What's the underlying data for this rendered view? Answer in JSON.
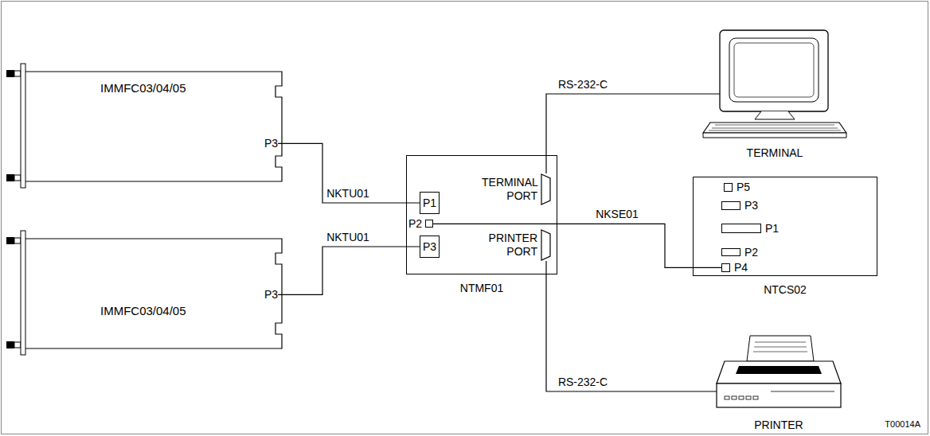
{
  "diagram": {
    "nodes": [
      {
        "text": [
          "IMMFC03/04/05"
        ]
      },
      {
        "text": [
          "P3"
        ],
        "in": 0
      },
      {
        "text": [
          "IMMFC03/04/05"
        ]
      },
      {
        "text": [
          "P3"
        ],
        "in": 2
      },
      {
        "text": [
          "NTMF01"
        ]
      },
      {
        "text": [
          "P1"
        ],
        "in": 4
      },
      {
        "text": [
          "P2"
        ],
        "in": 4
      },
      {
        "text": [
          "P3"
        ],
        "in": 4
      },
      {
        "text": [
          "TERMINAL PORT"
        ],
        "in": 4
      },
      {
        "text": [
          "PRINTER PORT"
        ],
        "in": 4
      },
      {
        "text": [
          "NTCS02"
        ]
      },
      {
        "text": [
          "P5"
        ],
        "in": 10
      },
      {
        "text": [
          "P3"
        ],
        "in": 10
      },
      {
        "text": [
          "P1"
        ],
        "in": 10
      },
      {
        "text": [
          "P2"
        ],
        "in": 10
      },
      {
        "text": [
          "P4"
        ],
        "in": 10
      },
      {
        "text": [
          "TERMINAL"
        ]
      },
      {
        "text": [
          "PRINTER"
        ]
      }
    ],
    "edges": [
      {
        "from": 1,
        "to": 5,
        "arrow": "none",
        "label": "NKTU01"
      },
      {
        "from": 3,
        "to": 7,
        "arrow": "none",
        "label": "NKTU01"
      },
      {
        "from": 6,
        "to": 15,
        "arrow": "none",
        "label": "NKSE01"
      },
      {
        "from": 8,
        "to": 16,
        "arrow": "none",
        "label": "RS-232-C"
      },
      {
        "from": 9,
        "to": 17,
        "arrow": "none",
        "label": "RS-232-C"
      }
    ],
    "labels": [
      "T00014A"
    ]
  }
}
